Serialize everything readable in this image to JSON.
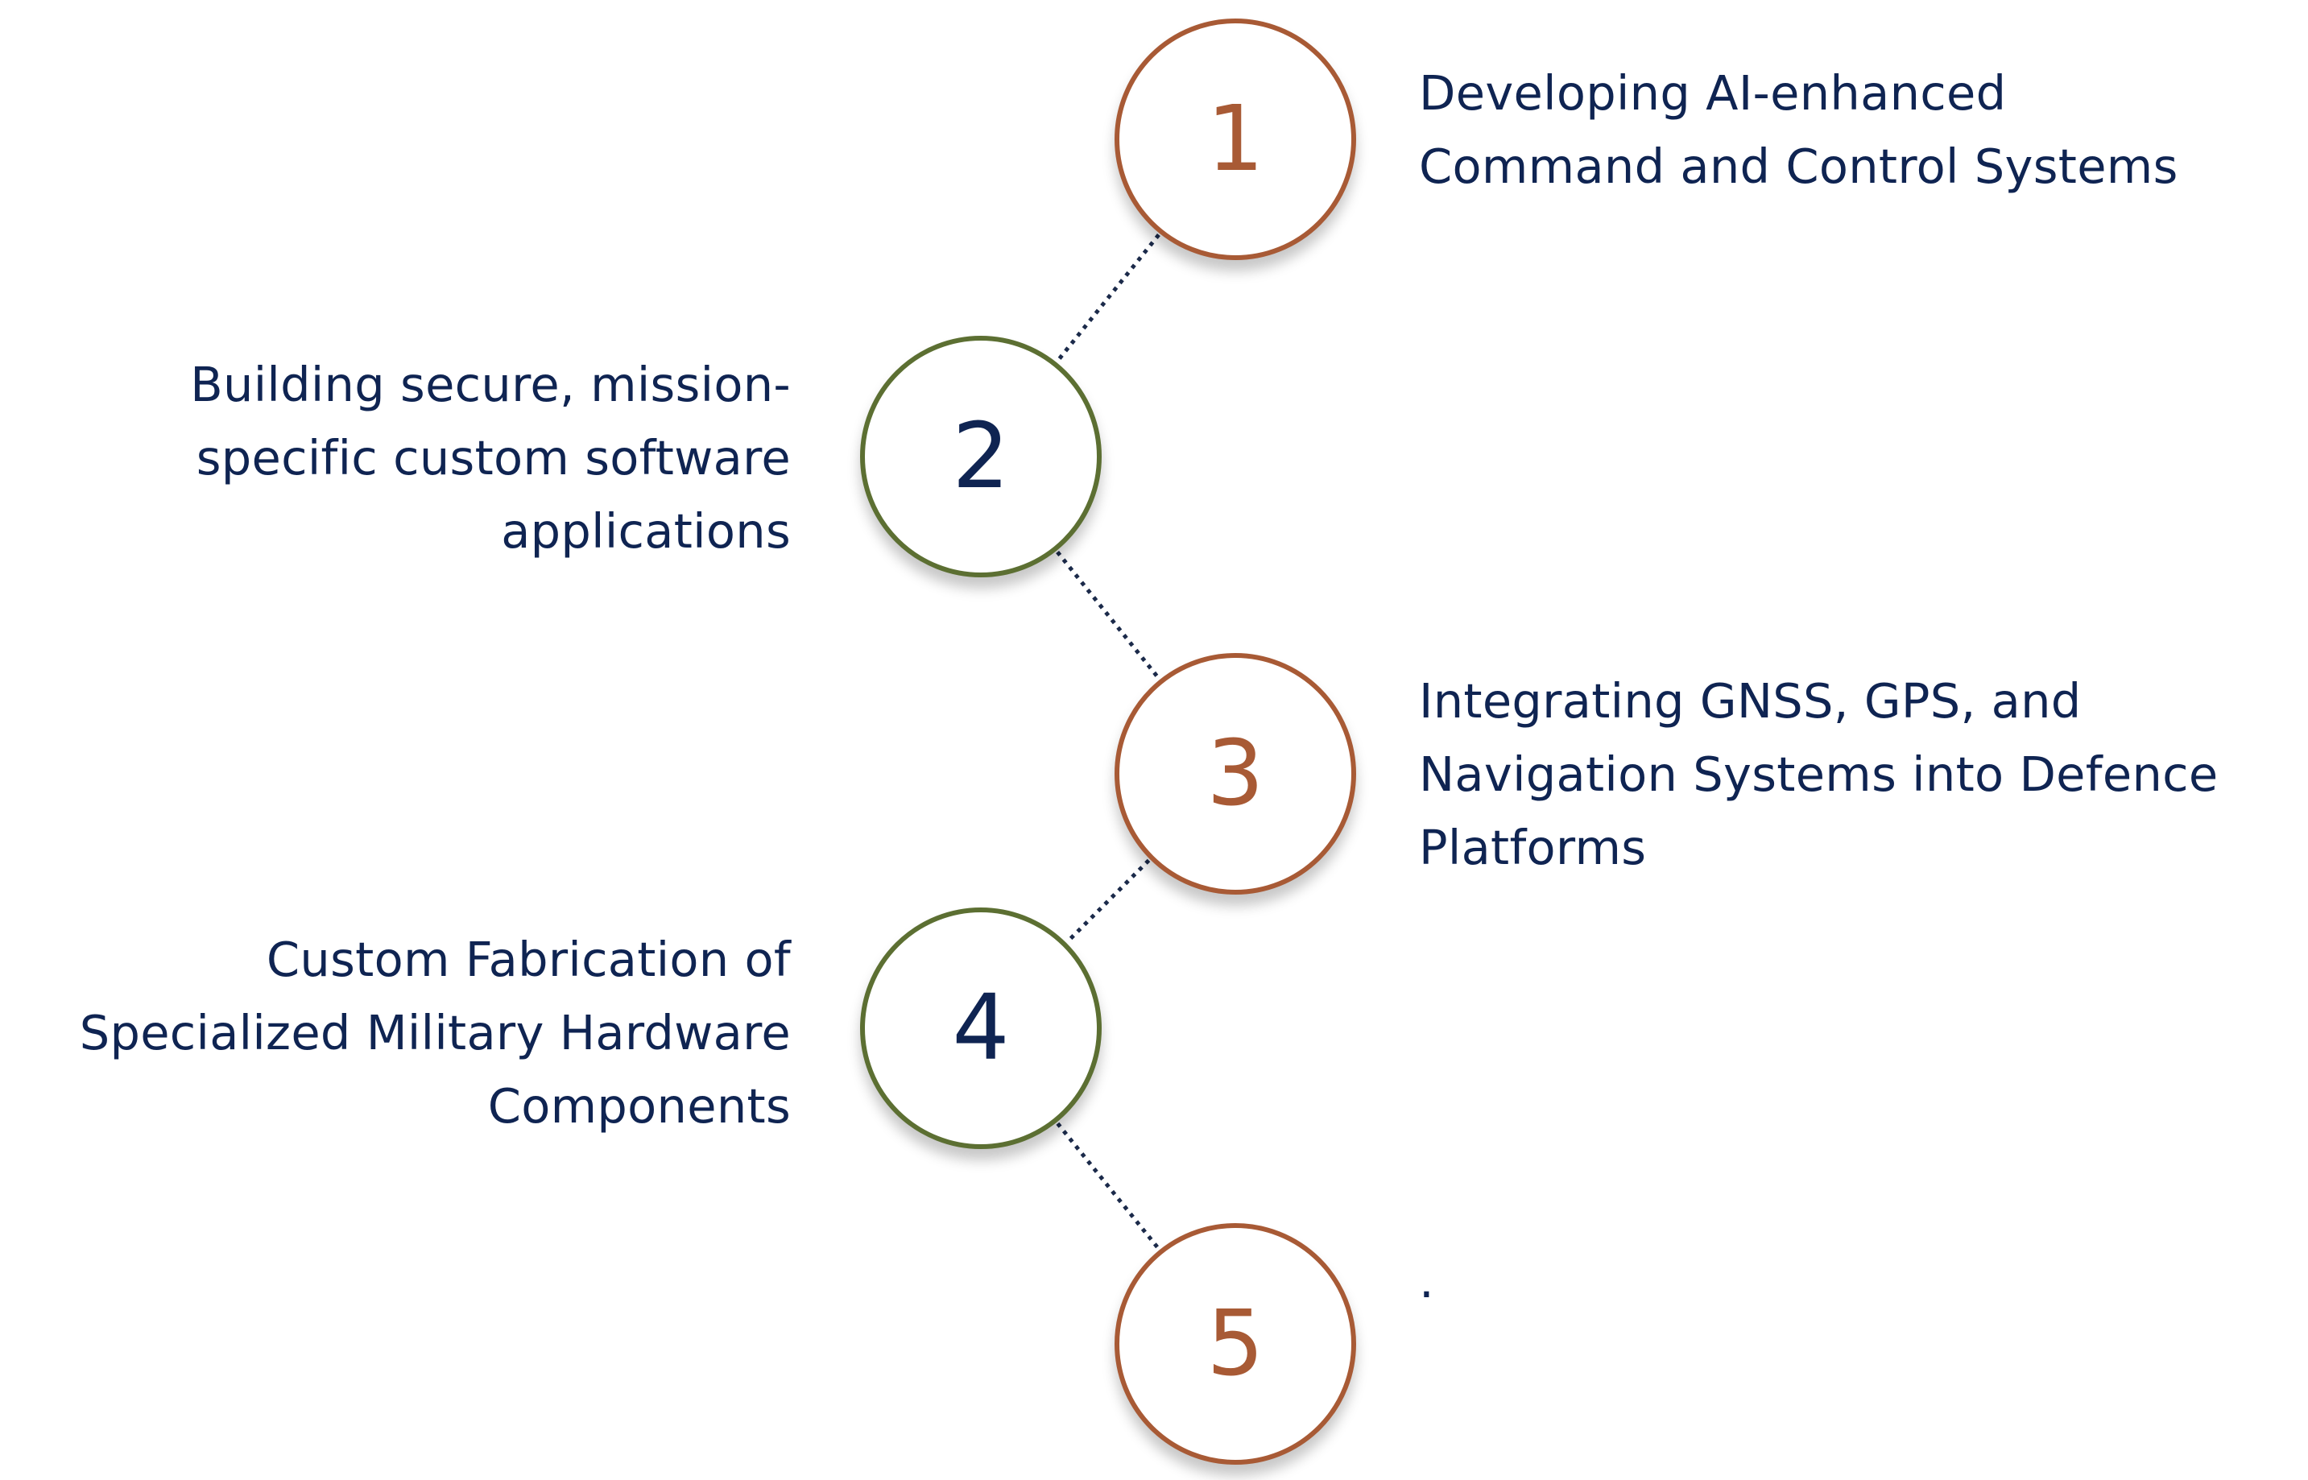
{
  "colors": {
    "text": "#0f2452",
    "brown": "#a85a35",
    "green": "#5c6f32",
    "connector": "#1b2a4a"
  },
  "steps": [
    {
      "number": "1",
      "color": "brown",
      "side": "right",
      "text_lines": [
        "Developing AI-enhanced",
        "Command and Control Systems"
      ]
    },
    {
      "number": "2",
      "color": "green",
      "side": "left",
      "text_lines": [
        "Building secure, mission-",
        "specific custom software",
        "applications"
      ]
    },
    {
      "number": "3",
      "color": "brown",
      "side": "right",
      "text_lines": [
        "Integrating GNSS, GPS, and",
        "Navigation Systems into Defence",
        "Platforms"
      ]
    },
    {
      "number": "4",
      "color": "green",
      "side": "left",
      "text_lines": [
        "Custom Fabrication of",
        "Specialized Military Hardware",
        "Components"
      ]
    },
    {
      "number": "5",
      "color": "brown",
      "side": "right",
      "text_lines": [
        "."
      ]
    }
  ]
}
